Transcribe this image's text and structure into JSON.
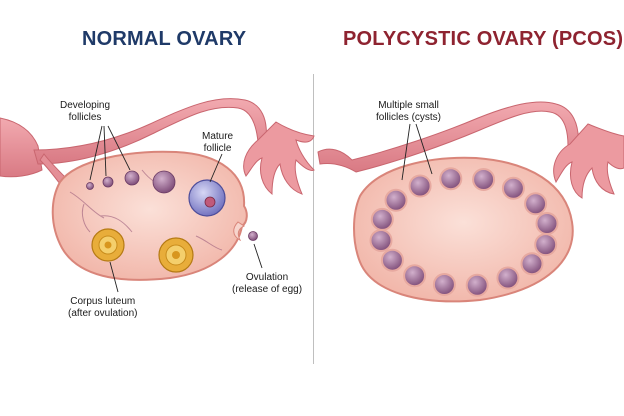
{
  "left_panel": {
    "title": "NORMAL OVARY",
    "labels": {
      "developing_follicles": [
        "Developing",
        "follicles"
      ],
      "mature_follicle": [
        "Mature",
        "follicle"
      ],
      "corpus_luteum": [
        "Corpus luteum",
        "(after ovulation)"
      ],
      "ovulation": [
        "Ovulation",
        "(release of egg)"
      ]
    }
  },
  "right_panel": {
    "title": "POLYCYSTIC OVARY (PCOS)",
    "labels": {
      "multiple_follicles": [
        "Multiple small",
        "follicles (cysts)"
      ]
    }
  },
  "colors": {
    "title_left": "#1f3a68",
    "title_right": "#8e2330",
    "ovary_fill": "#f5c3b8",
    "ovary_outline": "#d9857a",
    "tube": "#e9949a",
    "follicle": "#8e5a86",
    "mature_follicle": "#8f8fd6",
    "corpus_luteum": "#e8ad3a"
  }
}
